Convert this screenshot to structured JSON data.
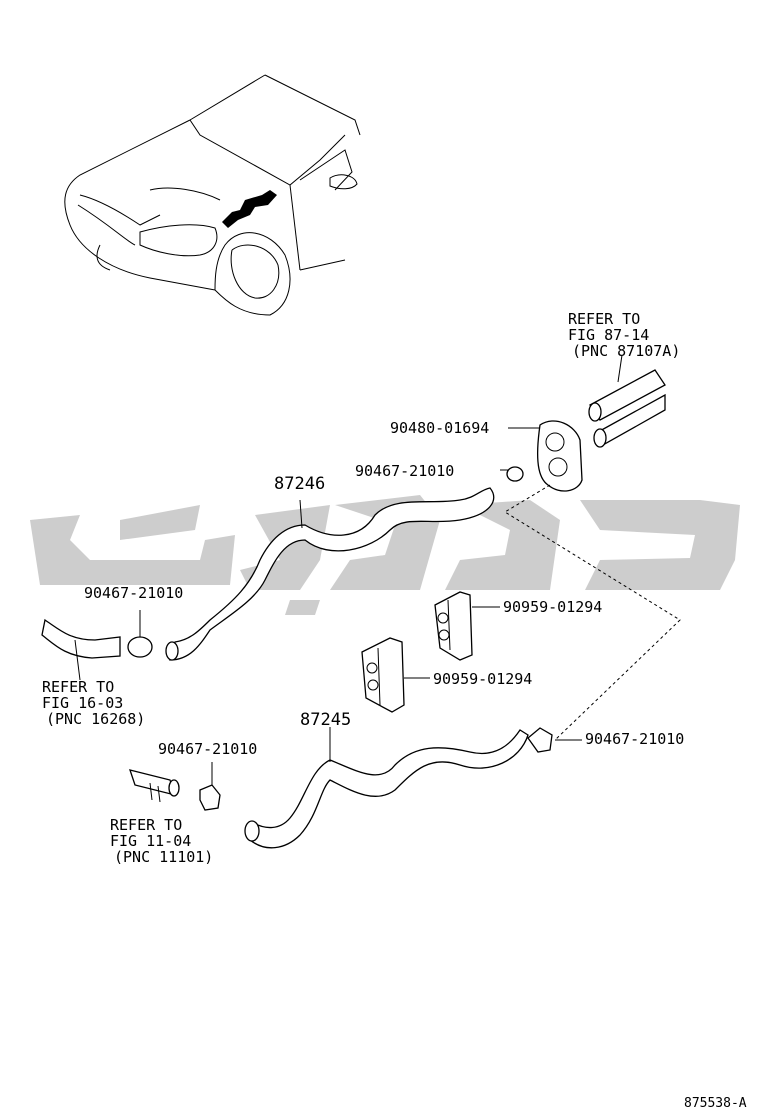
{
  "parts": {
    "grommet_top": "90480-01694",
    "clamp_top": "90467-21010",
    "hose_upper": "87246",
    "clamp_left": "90467-21010",
    "clip_upper": "90959-01294",
    "clip_lower": "90959-01294",
    "hose_lower": "87245",
    "clamp_right": "90467-21010",
    "clamp_lower_left": "90467-21010"
  },
  "refs": {
    "ref_top": {
      "line1": "REFER TO",
      "line2": "FIG 87-14",
      "line3": "(PNC 87107A)"
    },
    "ref_left": {
      "line1": "REFER TO",
      "line2": "FIG 16-03",
      "line3": "(PNC 16268)"
    },
    "ref_lower": {
      "line1": "REFER TO",
      "line2": "FIG 11-04",
      "line3": "(PNC 11101)"
    }
  },
  "figure_code": "875538-A",
  "colors": {
    "line": "#000000",
    "watermark": "#c8c8c8"
  }
}
